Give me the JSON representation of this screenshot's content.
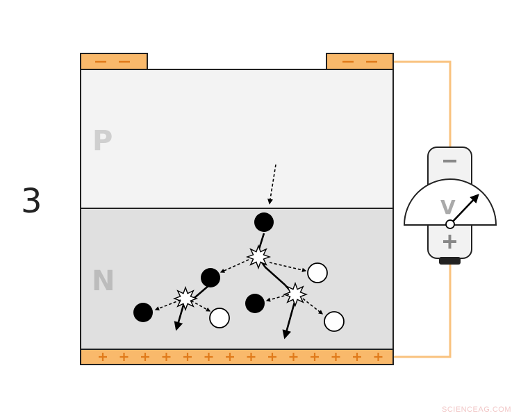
{
  "step_number": "3",
  "layers": {
    "p_label": "P",
    "n_label": "N"
  },
  "meter": {
    "symbol": "V",
    "negative_sign": "−",
    "positive_sign": "+"
  },
  "contacts": {
    "top_signs": "− −",
    "bottom_signs": "+ + + + + + + + + + + + + + +"
  },
  "watermark": "SCIENCEAG.COM",
  "colors": {
    "contact": "#f9b96b",
    "wire": "#f9c27e",
    "p_layer": "#f3f3f3",
    "n_layer": "#e0e0e0",
    "meter_body": "#f2f2f2",
    "sign": "#888888"
  }
}
